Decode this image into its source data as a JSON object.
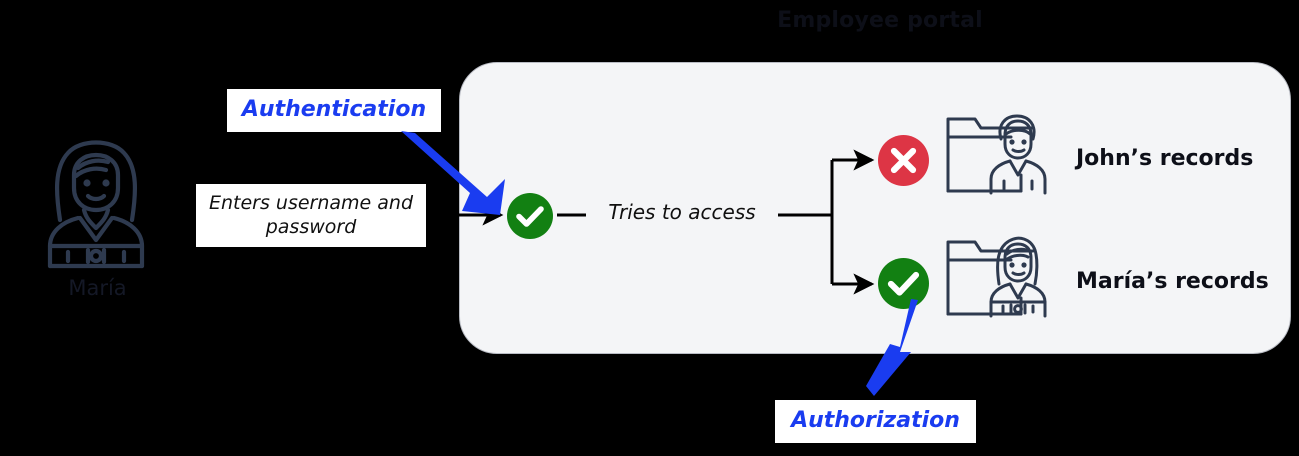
{
  "portal": {
    "title": "Employee portal",
    "flow_label": "Tries to access"
  },
  "actor": {
    "name": "María",
    "icon": "person-female-icon"
  },
  "callouts": {
    "credentials": "Enters username and password",
    "authentication": "Authentication",
    "authorization": "Authorization"
  },
  "records": [
    {
      "label": "John’s records",
      "folder_icon": "folder-person-male-icon",
      "status": "denied",
      "status_icon": "x-circle-icon"
    },
    {
      "label": "María’s records",
      "folder_icon": "folder-person-female-icon",
      "status": "allowed",
      "status_icon": "check-circle-icon"
    }
  ],
  "badges": {
    "authentication_success": "check-circle-icon"
  },
  "colors": {
    "background": "#000000",
    "panel_fill": "#f4f5f7",
    "panel_border": "#b9bcc4",
    "accent_blue": "#1a3cf0",
    "success_green": "#128012",
    "danger_red": "#dd3545",
    "line_art": "#2e3a4f",
    "text_dark": "#0d0f18"
  }
}
